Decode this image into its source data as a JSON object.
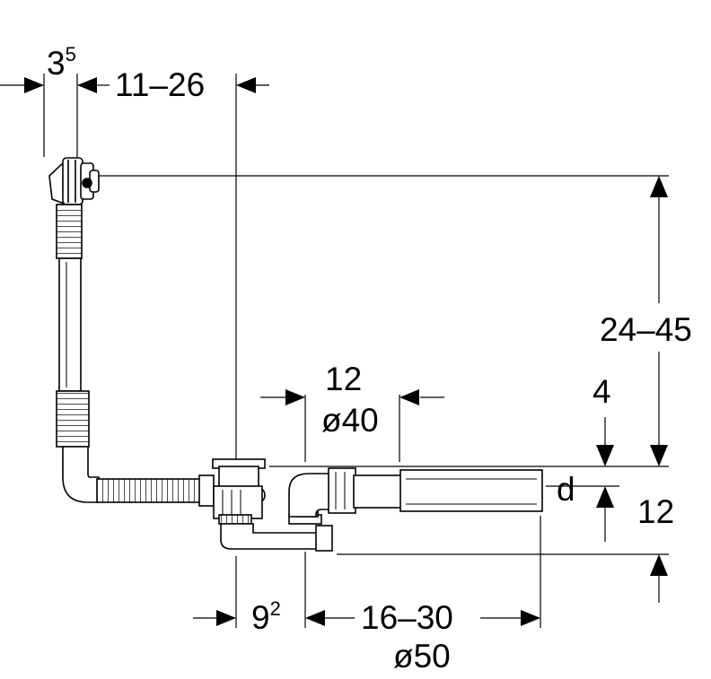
{
  "diagram": {
    "colors": {
      "line": "#000000",
      "pipe_fill": "#ffffff",
      "hatch": "#333333"
    },
    "dimensions": {
      "top_left_base": "3",
      "top_left_sup": "5",
      "top_range": "11–26",
      "height_range": "24–45",
      "pipe_length_top": "12",
      "pipe_diameter_top": "ø40",
      "offset_4": "4",
      "label_d": "d",
      "offset_12": "12",
      "bottom_left_base": "9",
      "bottom_left_sup": "2",
      "bottom_range": "16–30",
      "bottom_diameter": "ø50"
    }
  }
}
